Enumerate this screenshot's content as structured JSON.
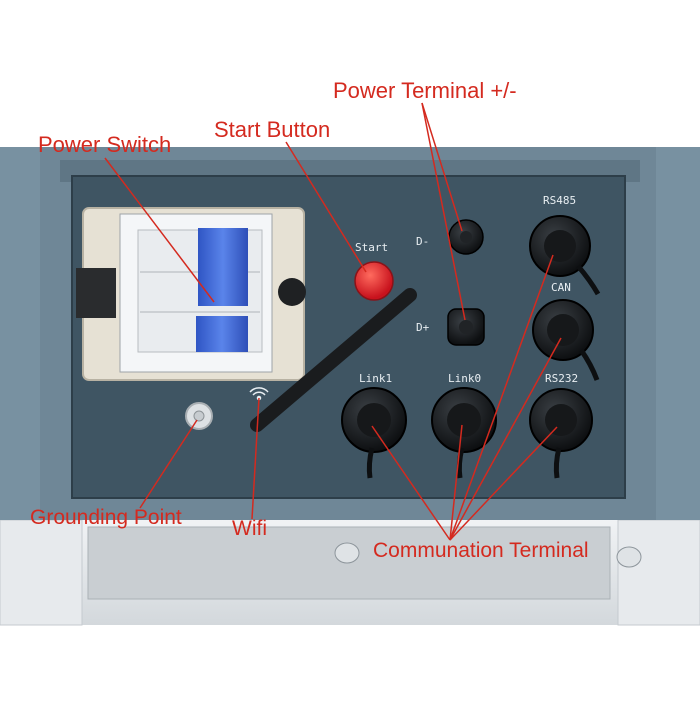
{
  "callouts": {
    "power_terminal": "Power Terminal +/-",
    "start_button": "Start Button",
    "power_switch": "Power Switch",
    "grounding_point": "Grounding Point",
    "wifi": "Wifi",
    "communication_terminal": "Communation Terminal"
  },
  "panel_labels": {
    "start": "Start",
    "d_minus": "D-",
    "d_plus": "D+",
    "rs485": "RS485",
    "can": "CAN",
    "link1": "Link1",
    "link0": "Link0",
    "rs232": "RS232"
  },
  "colors": {
    "callout": "#d42a1f",
    "housing": "#6f8797",
    "panel": "#3f5563",
    "start_button": "#e3202a",
    "breaker_handle": "#3f63c8"
  }
}
